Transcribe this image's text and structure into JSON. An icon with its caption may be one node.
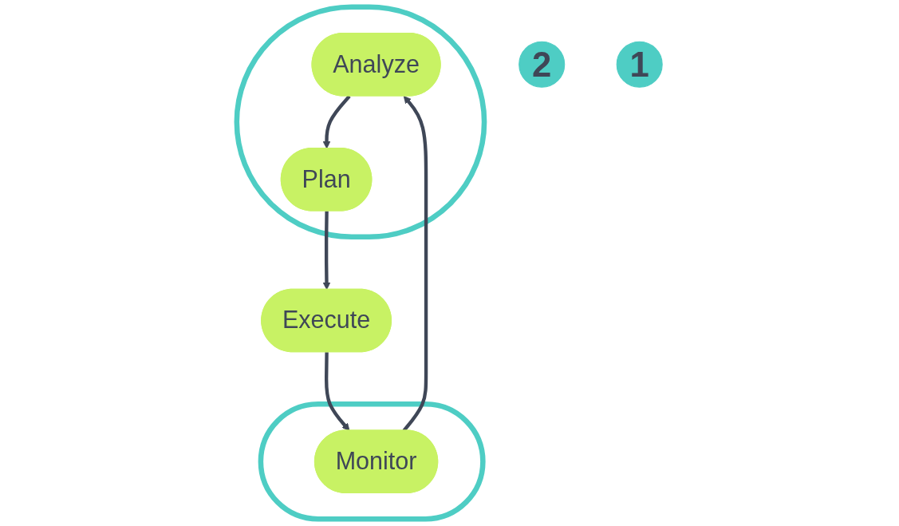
{
  "diagram": {
    "nodes": [
      {
        "text": [
          "2"
        ]
      },
      {
        "text": [],
        "shape": "ellipse"
      },
      {
        "text": [
          "Analyze"
        ],
        "in": 1
      },
      {
        "text": [
          "Plan"
        ],
        "in": 1
      },
      {
        "text": [
          "1"
        ]
      },
      {
        "text": [],
        "shape": "ellipse"
      },
      {
        "text": [
          "Monitor"
        ],
        "in": 5
      },
      {
        "text": [
          "Execute"
        ]
      }
    ],
    "edges": [
      {
        "from": 6,
        "to": 2,
        "arrow": "to"
      },
      {
        "from": 2,
        "to": 3,
        "arrow": "to"
      },
      {
        "from": 3,
        "to": 7,
        "arrow": "to"
      },
      {
        "from": 7,
        "to": 6,
        "arrow": "to"
      }
    ]
  }
}
